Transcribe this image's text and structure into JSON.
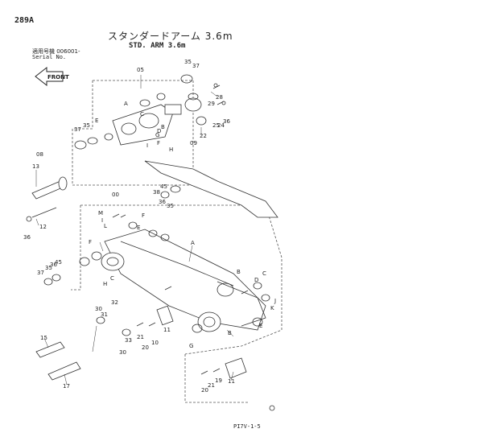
{
  "header": {
    "page_id": "289A",
    "title_jp": "スタンダードアーム 3.6m",
    "title_en": "STD. ARM 3.6m",
    "serial_jp": "適用号機 006001-",
    "serial_en": "Serial No."
  },
  "front_label": "FRONT",
  "footer": "PI7V-1-5",
  "callouts": {
    "c05": "05",
    "c35a": "35",
    "c37a": "37",
    "c29": "29",
    "c28": "28",
    "c25": "25",
    "c24": "24",
    "c36a": "36",
    "c22": "22",
    "c09": "09",
    "cA1": "A",
    "cC1": "C",
    "cB1": "B",
    "cD1": "D",
    "cE1": "E",
    "cG1": "G",
    "cF1": "F",
    "cH1": "H",
    "cI1": "I",
    "c37b": "37",
    "c35b": "35",
    "c08": "08",
    "c13": "13",
    "c12": "12",
    "c36b": "36",
    "c00": "00",
    "c38": "38",
    "c45": "45",
    "c36c": "36",
    "c35c": "35",
    "cM": "M",
    "cI2": "I",
    "cL": "L",
    "cF2": "F",
    "cE2": "E",
    "cA2": "A",
    "cF3": "F",
    "c37c": "37",
    "c35d": "35",
    "c36d": "36",
    "c45b": "45",
    "cH2": "H",
    "cC2": "C",
    "cB2": "B",
    "cD2": "D",
    "cC3": "C",
    "cK": "K",
    "cJ": "J",
    "cB3": "B",
    "cG2": "G",
    "cE3": "E",
    "c30a": "30",
    "c31": "31",
    "c32": "32",
    "c33": "33",
    "c30b": "30",
    "c21a": "21",
    "c20a": "20",
    "c10": "10",
    "c11a": "11",
    "c15": "15",
    "c17": "17",
    "c20b": "20",
    "c21b": "21",
    "c19": "19",
    "c11b": "11"
  }
}
